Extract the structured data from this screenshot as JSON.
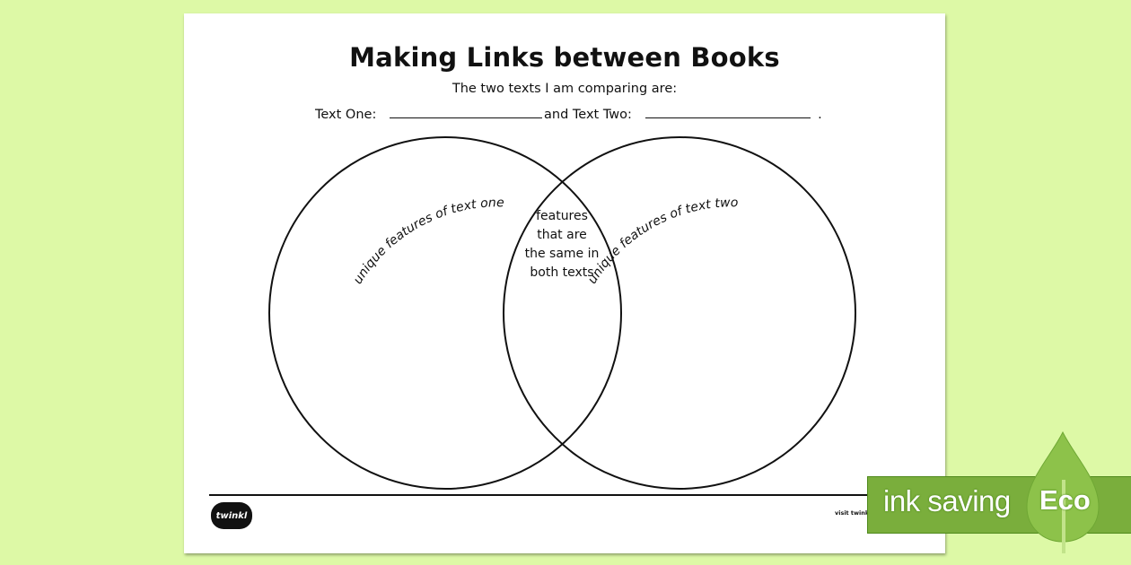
{
  "worksheet": {
    "title": "Making Links between Books",
    "subtitle": "The two texts I am comparing are:",
    "text_one_label": "Text One:",
    "text_two_label": "and Text Two:",
    "end_punctuation": ".",
    "left_circle_label": "unique features of text one",
    "right_circle_label": "unique features of text two",
    "overlap_label_lines": [
      "features",
      "that are",
      "the same in",
      "both texts"
    ]
  },
  "footer": {
    "logo": "twinkl",
    "visit_text": "visit twinkl"
  },
  "eco_banner": {
    "text": "ink saving",
    "badge": "Eco",
    "color": "#7aae3c"
  },
  "colors": {
    "background": "#ddf9a6",
    "ink": "#111111"
  }
}
